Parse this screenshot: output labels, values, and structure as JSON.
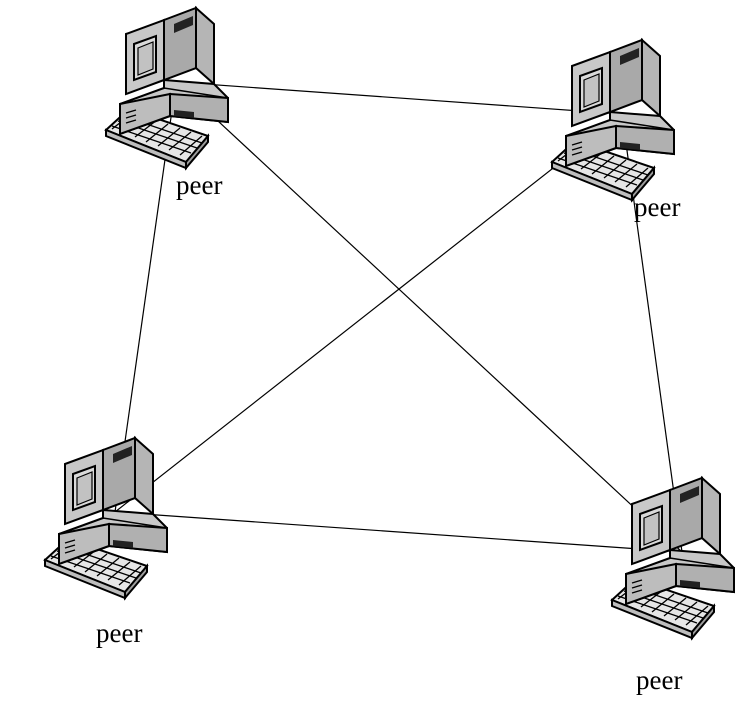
{
  "diagram": {
    "nodes": [
      {
        "id": "top-left",
        "label": "peer"
      },
      {
        "id": "top-right",
        "label": "peer"
      },
      {
        "id": "bottom-left",
        "label": "peer"
      },
      {
        "id": "bottom-right",
        "label": "peer"
      }
    ],
    "links": [
      [
        "top-left",
        "top-right"
      ],
      [
        "top-left",
        "bottom-left"
      ],
      [
        "top-left",
        "bottom-right"
      ],
      [
        "top-right",
        "bottom-left"
      ],
      [
        "top-right",
        "bottom-right"
      ],
      [
        "bottom-left",
        "bottom-right"
      ]
    ],
    "colors": {
      "computer_body": "#c8c8c8",
      "outline": "#000000",
      "link": "#000000",
      "background": "#ffffff"
    }
  }
}
